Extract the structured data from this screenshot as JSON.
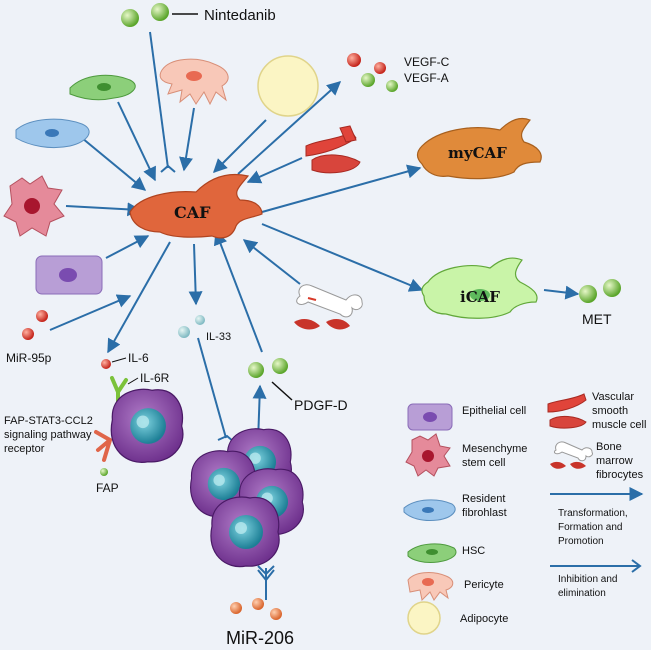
{
  "colors": {
    "background": "#eef2f8",
    "arrow": "#2b6ea8",
    "caf_fill": "#e0663c",
    "mycaf_fill": "#e08a3a",
    "icaf_fill": "#c9f4a8",
    "tumor_purple": "#8a4aa6",
    "green_molecule": "#7bc23a",
    "red_molecule": "#d63a2a"
  },
  "center": {
    "caf": "CAF"
  },
  "outputs": {
    "mycaf": "myCAF",
    "icaf": "iCAF"
  },
  "molecules": {
    "nintedanib": "Nintedanib",
    "vegf_c": "VEGF-C",
    "vegf_a": "VEGF-A",
    "met": "MET",
    "mir95p": "MiR-95p",
    "il6": "IL-6",
    "il6r": "IL-6R",
    "il33": "IL-33",
    "pdgfd": "PDGF-D",
    "fap_pathway": [
      "FAP-STAT3-CCL2",
      "signaling pathway",
      "receptor"
    ],
    "fap": "FAP",
    "mir206": "MiR-206"
  },
  "legend": {
    "epithelial": "Epithelial cell",
    "msc": [
      "Mesenchyme",
      "stem cell"
    ],
    "resident": [
      "Resident",
      "fibrohlast"
    ],
    "hsc": "HSC",
    "pericyte": "Pericyte",
    "adipocyte": "Adipocyte",
    "vsmc": [
      "Vascular",
      "smooth",
      "muscle cell"
    ],
    "bone": [
      "Bone",
      "marrow",
      "fibrocytes"
    ],
    "transform": [
      "Transformation,",
      "Formation and",
      "Promotion"
    ],
    "inhibit": [
      "Inhibition and",
      "elimination"
    ]
  }
}
